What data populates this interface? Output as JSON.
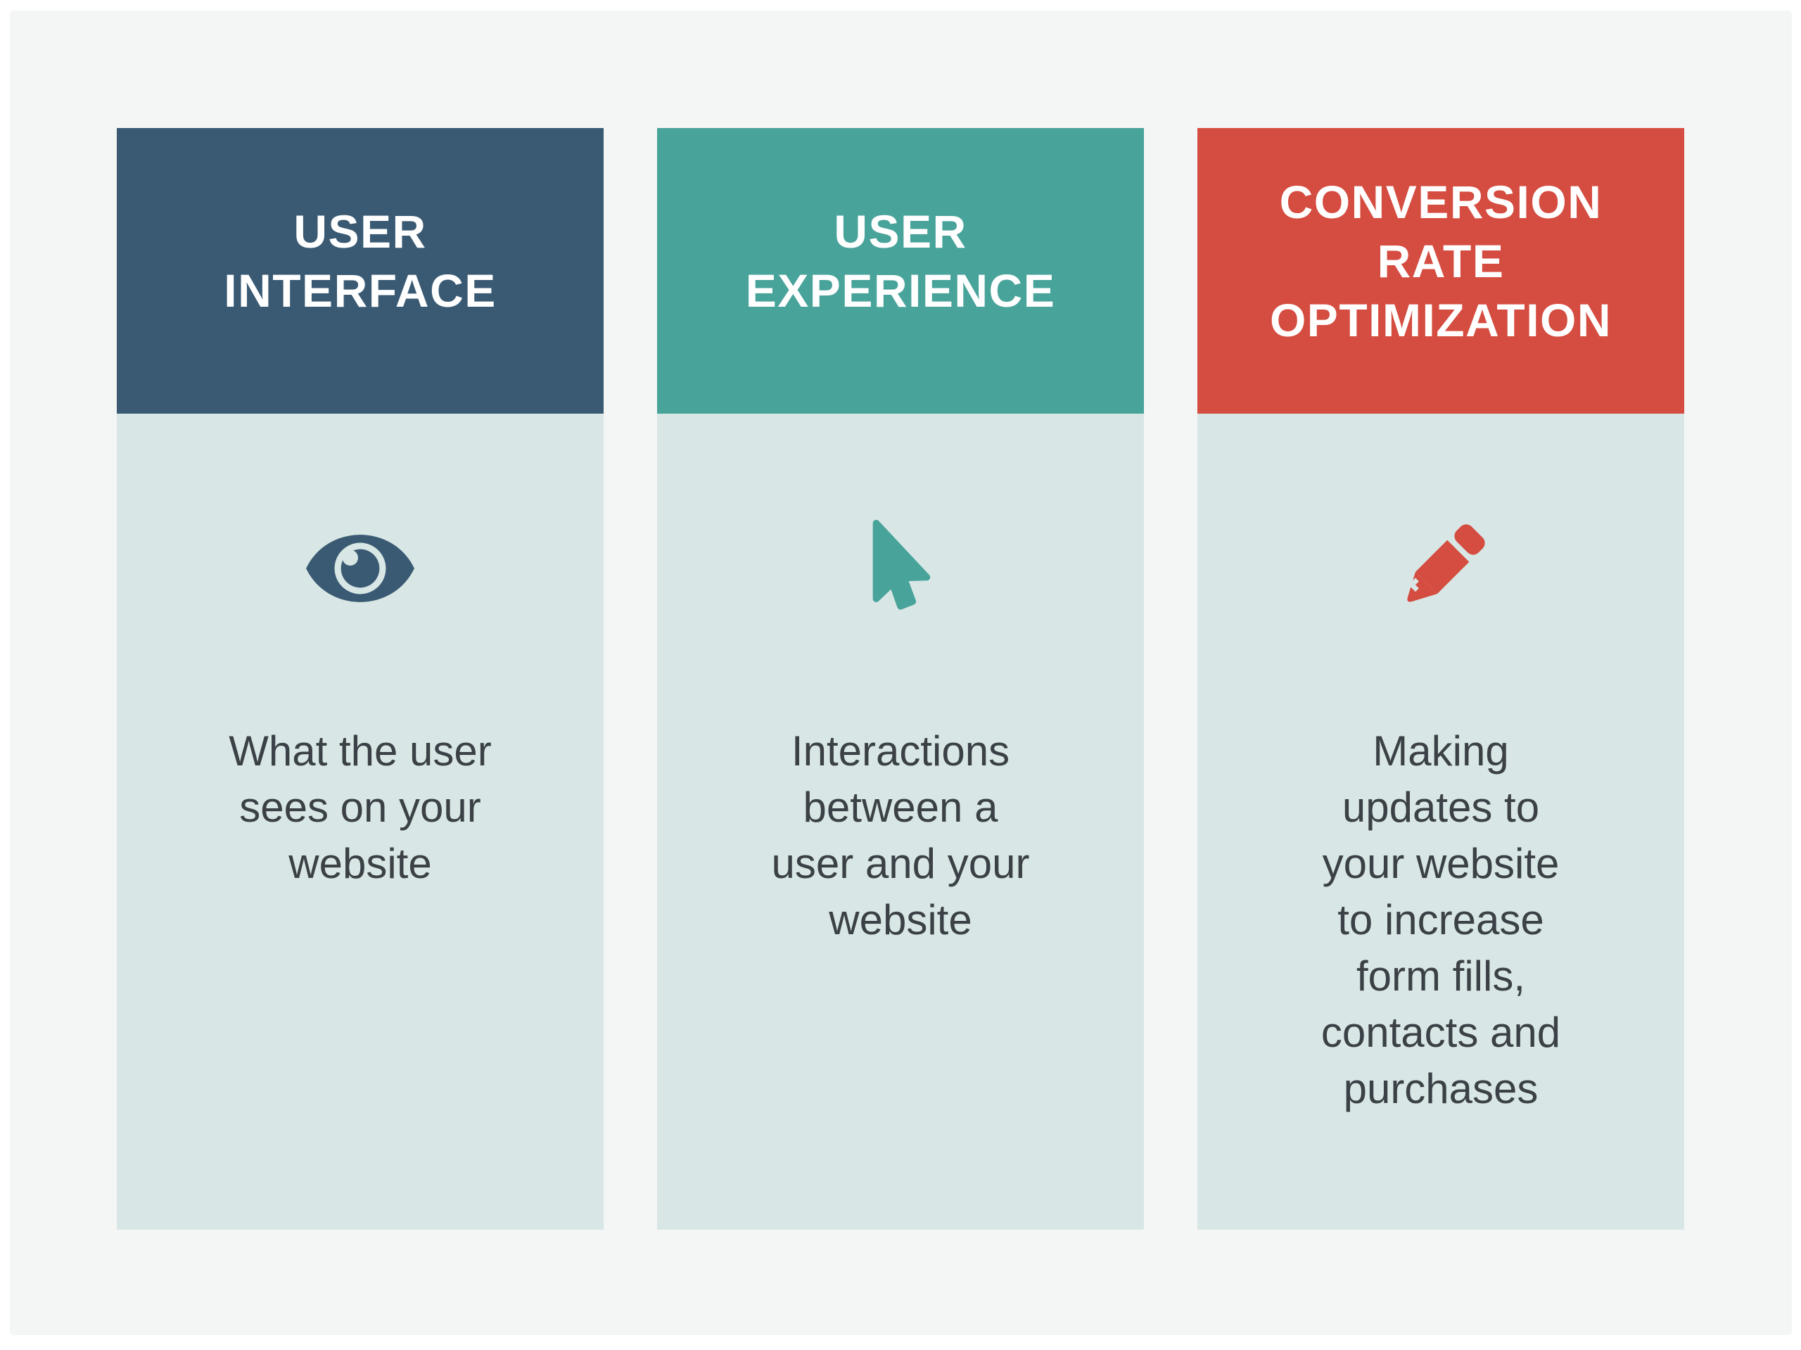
{
  "colors": {
    "page_background": "#ffffff",
    "canvas_background": "#f4f5f5",
    "panel_background": "#d8e7e5",
    "body_text": "#3b4146",
    "header_text": "#ffffff",
    "navy": "#3a5a73",
    "teal": "#48a39a",
    "red": "#d54c40"
  },
  "columns": [
    {
      "id": "user-interface",
      "header_lines": [
        "USER",
        "INTERFACE"
      ],
      "header_color": "#3a5a73",
      "icon": "eye-icon",
      "description_lines": [
        "What the user",
        "sees on your",
        "website"
      ]
    },
    {
      "id": "user-experience",
      "header_lines": [
        "USER",
        "EXPERIENCE"
      ],
      "header_color": "#48a39a",
      "icon": "cursor-icon",
      "description_lines": [
        "Interactions",
        "between a",
        "user and your",
        "website"
      ]
    },
    {
      "id": "conversion-rate-optimization",
      "header_lines": [
        "CONVERSION",
        "RATE",
        "OPTIMIZATION"
      ],
      "header_color": "#d54c40",
      "icon": "pencil-icon",
      "description_lines": [
        "Making",
        "updates to",
        "your website",
        "to increase",
        "form fills,",
        "contacts and",
        "purchases"
      ]
    }
  ]
}
